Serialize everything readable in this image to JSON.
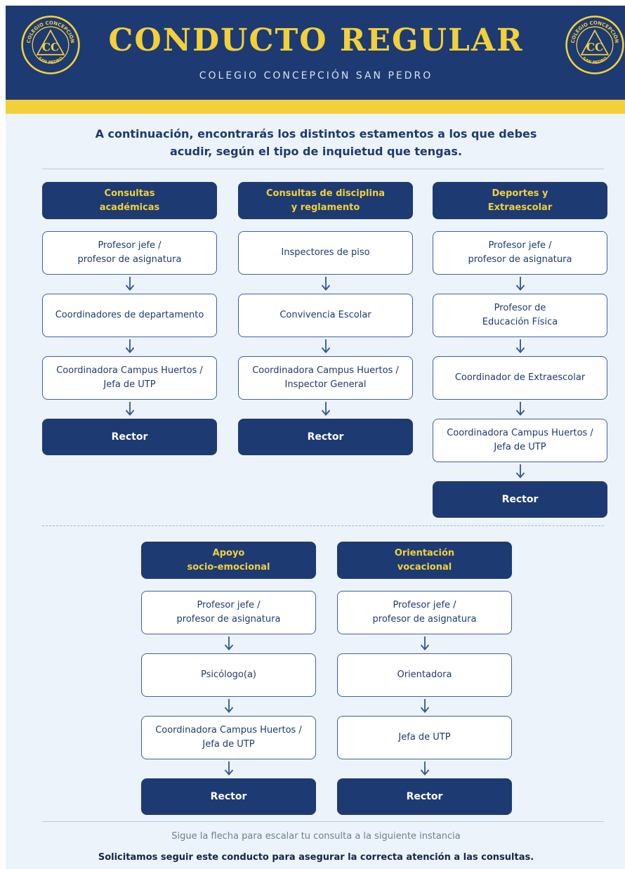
{
  "header": {
    "title": "CONDUCTO REGULAR",
    "subtitle": "COLEGIO CONCEPCIÓN SAN PEDRO",
    "seal_top_text": "COLEGIO CONCEPCIÓN",
    "seal_bottom_text": "SAN PEDRO",
    "seal_monogram": "CC"
  },
  "intro": "A continuación, encontrarás los distintos estamentos a los que debes\nacudir, según el tipo de inquietud que tengas.",
  "columns": [
    {
      "title": "Consultas\nacadémicas",
      "steps": [
        "Profesor jefe /\nprofesor de asignatura",
        "Coordinadores de departamento",
        "Coordinadora Campus Huertos /\nJefa de UTP"
      ],
      "final": "Rector"
    },
    {
      "title": "Consultas de disciplina\ny reglamento",
      "steps": [
        "Inspectores de piso",
        "Convivencia Escolar",
        "Coordinadora Campus Huertos /\nInspector General"
      ],
      "final": "Rector"
    },
    {
      "title": "Deportes y\nExtraescolar",
      "steps": [
        "Profesor jefe /\nprofesor de asignatura",
        "Profesor de\nEducación Física",
        "Coordinador de Extraescolar",
        "Coordinadora Campus Huertos /\nJefa de UTP"
      ],
      "final": "Rector"
    },
    {
      "title": "Apoyo\nsocio-emocional",
      "steps": [
        "Profesor jefe /\nprofesor de asignatura",
        "Psicólogo(a)",
        "Coordinadora Campus Huertos /\nJefa de UTP"
      ],
      "final": "Rector"
    },
    {
      "title": "Orientación\nvocacional",
      "steps": [
        "Profesor jefe /\nprofesor de asignatura",
        "Orientadora",
        "Jefa de UTP"
      ],
      "final": "Rector"
    }
  ],
  "footer": {
    "legend": "Sigue la flecha para escalar tu consulta a la siguiente instancia",
    "note": "Solicitamos seguir este conducto para asegurar la correcta atención a las consultas."
  },
  "colors": {
    "navy": "#1e3a72",
    "gold": "#f2d03a",
    "background": "#edf3fa",
    "box_border": "#3f629d"
  }
}
